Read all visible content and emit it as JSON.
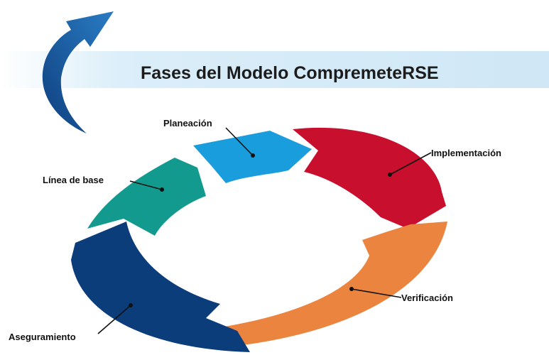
{
  "title": "Fases del Modelo CompremeteRSE",
  "colors": {
    "banner": "#d6ecf8",
    "arrow": "#1f64ac",
    "leader": "#111111"
  },
  "phases": [
    {
      "key": "planeacion",
      "label": "Planeación",
      "color": "#199ddc"
    },
    {
      "key": "implementacion",
      "label": "Implementación",
      "color": "#c8102e"
    },
    {
      "key": "verificacion",
      "label": "Verificación",
      "color": "#ea843f"
    },
    {
      "key": "aseguramiento",
      "label": "Aseguramiento",
      "color": "#0b3d7b"
    },
    {
      "key": "linea-base",
      "label": "Línea de base",
      "color": "#139a8f"
    }
  ]
}
